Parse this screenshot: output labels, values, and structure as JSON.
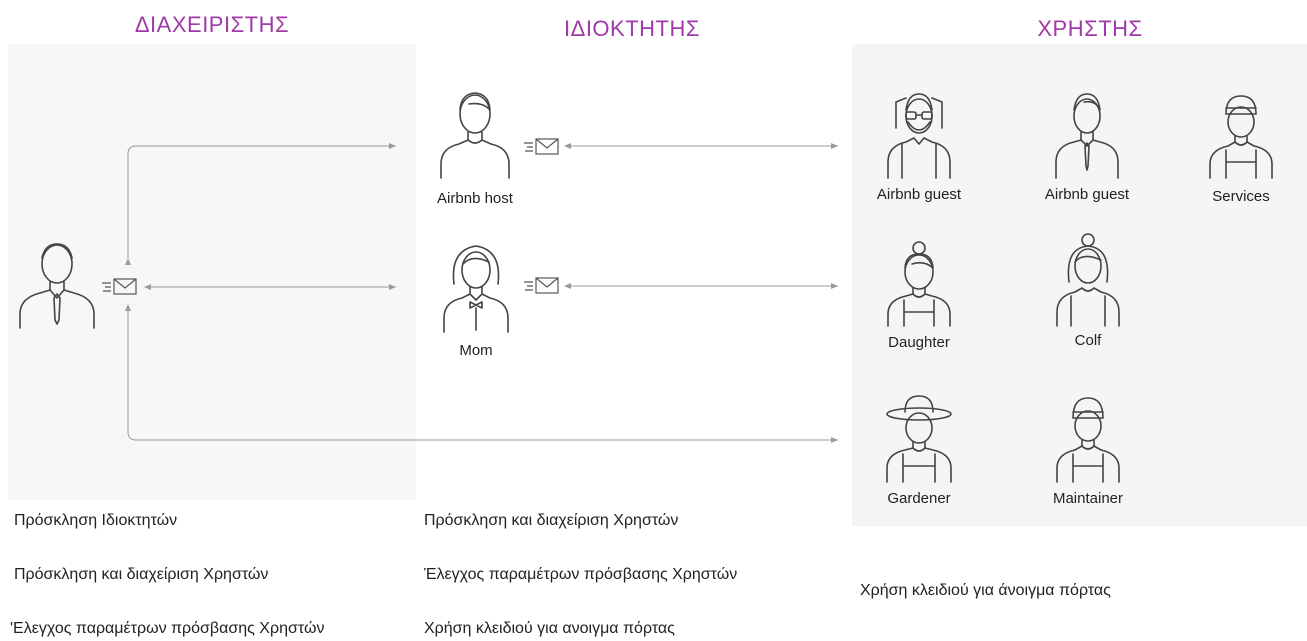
{
  "colors": {
    "title": "#a03aa8",
    "line": "#9a9a9a",
    "icon": "#444444"
  },
  "columns": {
    "admin": {
      "title": "ΔΙΑΧΕΙΡΙΣΤΗΣ"
    },
    "owner": {
      "title": "ΙΔΙΟΚΤΗΤΗΣ"
    },
    "user": {
      "title": "ΧΡΗΣΤΗΣ"
    }
  },
  "owners": [
    {
      "label": "Airbnb host"
    },
    {
      "label": "Mom"
    }
  ],
  "users": [
    {
      "label": "Airbnb guest"
    },
    {
      "label": "Airbnb guest"
    },
    {
      "label": "Services"
    },
    {
      "label": "Daughter"
    },
    {
      "label": "Colf"
    },
    {
      "label": "Gardener"
    },
    {
      "label": "Maintainer"
    }
  ],
  "descriptions": {
    "admin": [
      "Πρόσκληση Ιδιοκτητών",
      "Πρόσκληση και διαχείριση Χρηστών",
      "'Ελεγχος παραμέτρων πρόσβασης Χρηστών"
    ],
    "owner": [
      "Πρόσκληση και διαχείριση Χρηστών",
      "Έλεγχος παραμέτρων πρόσβασης Χρηστών",
      "Χρήση κλειδιού για ανοιγμα πόρτας"
    ],
    "user": [
      "Χρήση κλειδιού για άνοιγμα πόρτας"
    ]
  }
}
